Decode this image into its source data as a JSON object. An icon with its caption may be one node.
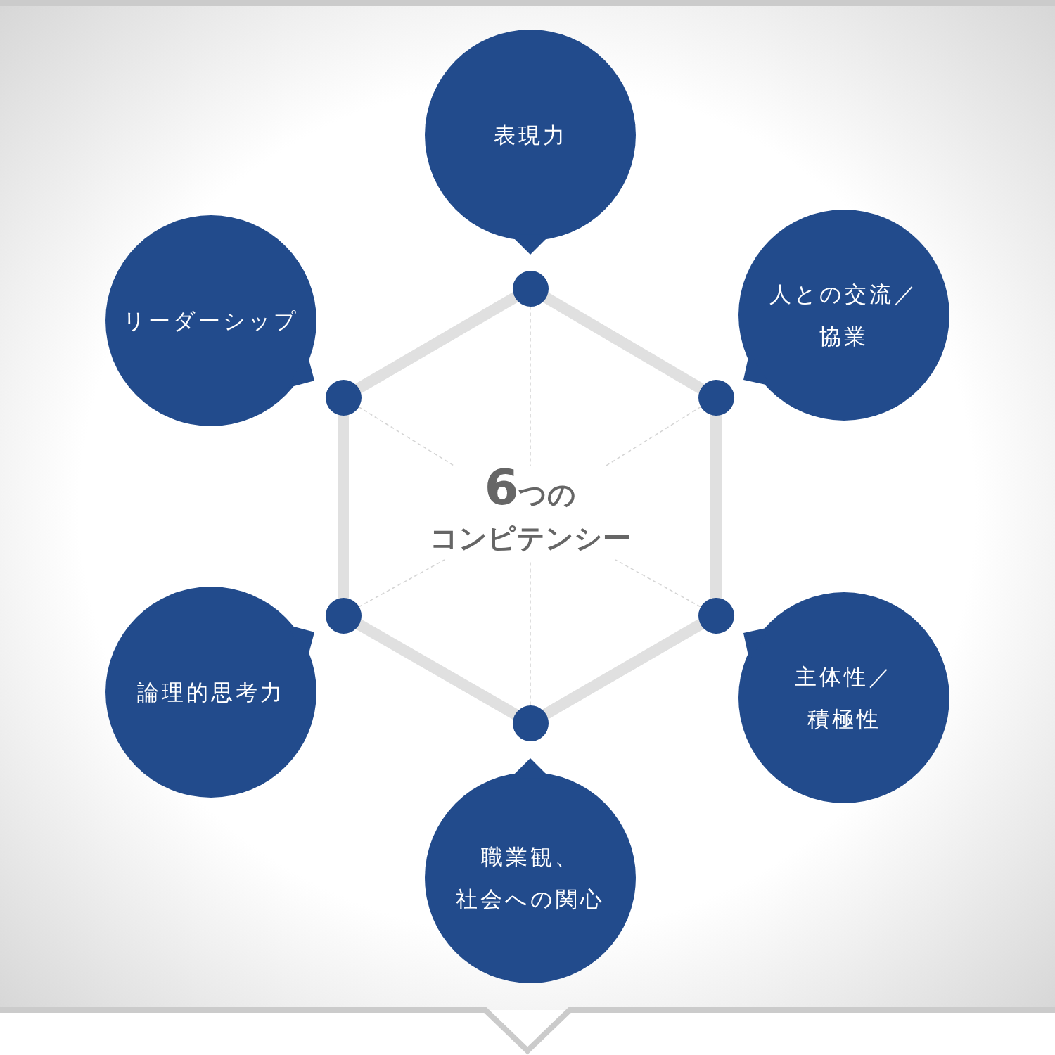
{
  "diagram": {
    "nodes": [
      {
        "text": [
          "表現力"
        ]
      },
      {
        "text": [
          "リーダーシップ"
        ]
      },
      {
        "text": [
          "人との交流／協業"
        ]
      },
      {
        "text": [
          "6つのコンピテンシー"
        ]
      },
      {
        "text": [
          "論理的思考力"
        ]
      },
      {
        "text": [
          "主体性／積極性"
        ]
      },
      {
        "text": [
          "職業観、社会への関心"
        ]
      },
      {
        "text": [],
        "shape": "circle"
      },
      {
        "text": [],
        "shape": "circle"
      },
      {
        "text": [],
        "shape": "circle"
      },
      {
        "text": [],
        "shape": "circle"
      },
      {
        "text": [],
        "shape": "circle"
      },
      {
        "text": [],
        "shape": "circle"
      }
    ],
    "edges": [
      {
        "from": 7,
        "to": 9,
        "arrow": "none",
        "style": "thick"
      },
      {
        "from": 9,
        "to": 11,
        "arrow": "none",
        "style": "thick"
      },
      {
        "from": 11,
        "to": 12,
        "arrow": "none",
        "style": "thick"
      },
      {
        "from": 12,
        "to": 10,
        "arrow": "none",
        "style": "thick"
      },
      {
        "from": 10,
        "to": 8,
        "arrow": "none",
        "style": "thick"
      },
      {
        "from": 8,
        "to": 7,
        "arrow": "none",
        "style": "thick"
      },
      {
        "from": 7,
        "to": 3,
        "arrow": "none",
        "style": "dashed"
      },
      {
        "from": 9,
        "to": 3,
        "arrow": "none",
        "style": "dashed"
      },
      {
        "from": 11,
        "to": 3,
        "arrow": "none",
        "style": "dashed"
      },
      {
        "from": 12,
        "to": 3,
        "arrow": "none",
        "style": "dashed"
      },
      {
        "from": 10,
        "to": 3,
        "arrow": "none",
        "style": "dashed"
      },
      {
        "from": 8,
        "to": 3,
        "arrow": "none",
        "style": "dashed"
      }
    ]
  }
}
